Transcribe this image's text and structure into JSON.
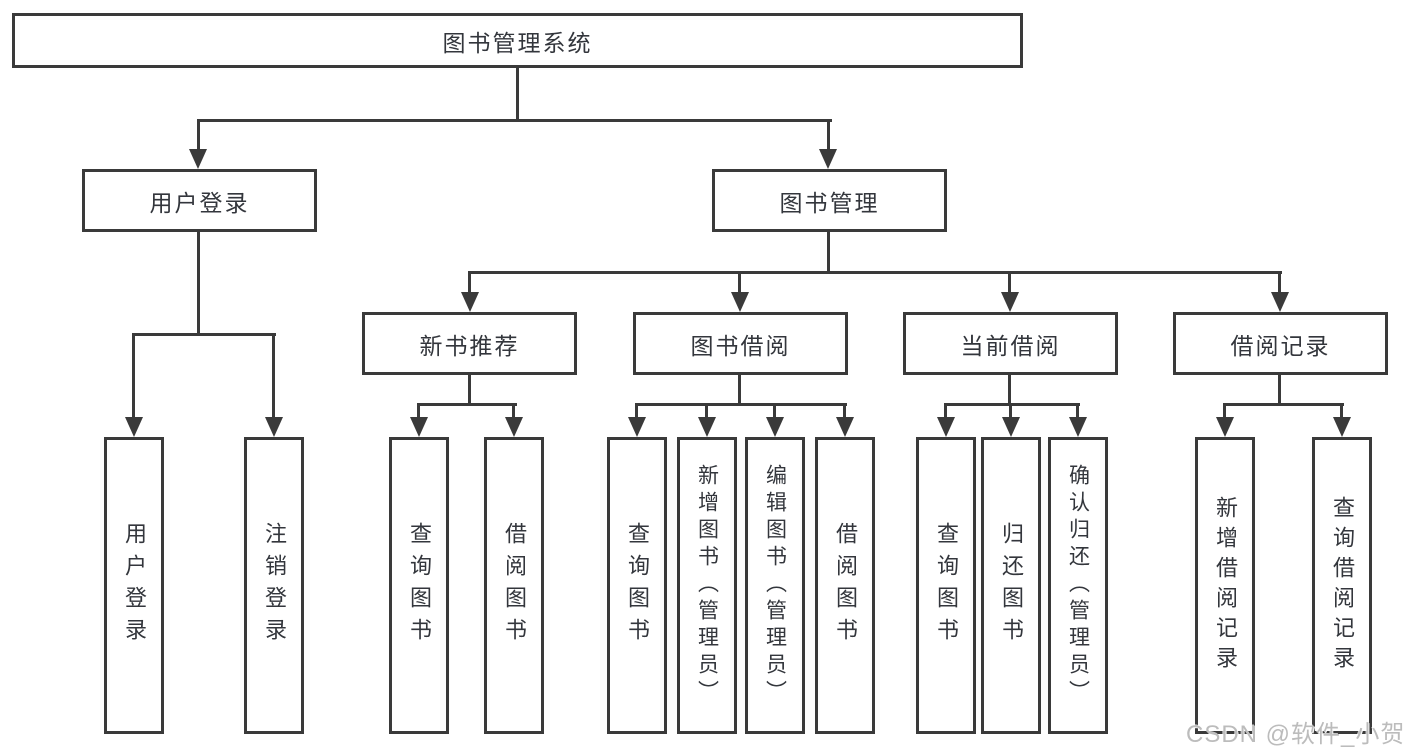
{
  "diagram": {
    "root": {
      "label": "图书管理系统"
    },
    "level2": {
      "user_login": {
        "label": "用户登录"
      },
      "book_management": {
        "label": "图书管理"
      }
    },
    "level3": {
      "new_book_recommend": {
        "label": "新书推荐"
      },
      "book_borrowing": {
        "label": "图书借阅"
      },
      "current_borrowing": {
        "label": "当前借阅"
      },
      "borrowing_records": {
        "label": "借阅记录"
      }
    },
    "leaves": {
      "user_login": {
        "label": "用户登录"
      },
      "logout": {
        "label": "注销登录"
      },
      "recommend_query_books": {
        "label": "查询图书"
      },
      "recommend_borrow_books": {
        "label": "借阅图书"
      },
      "borrow_query_books": {
        "label": "查询图书"
      },
      "borrow_add_books": {
        "label": "新增图书（管理员）"
      },
      "borrow_edit_books": {
        "label": "编辑图书（管理员）"
      },
      "borrow_borrow_books": {
        "label": "借阅图书"
      },
      "current_query_books": {
        "label": "查询图书"
      },
      "current_return_books": {
        "label": "归还图书"
      },
      "current_confirm_return": {
        "label": "确认归还（管理员）"
      },
      "records_add_record": {
        "label": "新增借阅记录"
      },
      "records_query_record": {
        "label": "查询借阅记录"
      }
    }
  },
  "watermark": {
    "text": "CSDN @软件_小贺同学"
  },
  "colors": {
    "line": "#3a3a3a",
    "text": "#33363c",
    "background": "#ffffff",
    "watermark": "#bcbcbc"
  }
}
